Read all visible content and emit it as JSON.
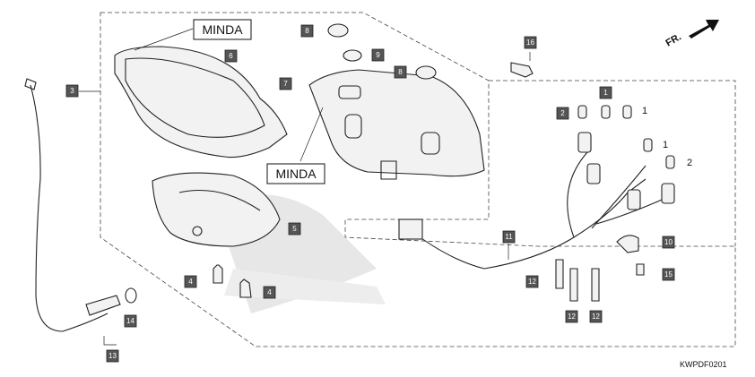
{
  "diagram": {
    "drawing_code": "KWPDF0201",
    "direction_label": "FR.",
    "brand_labels": [
      "MINDA",
      "MINDA"
    ],
    "callouts": [
      "1",
      "1",
      "1",
      "2",
      "2",
      "3",
      "4",
      "4",
      "5",
      "6",
      "7",
      "8",
      "8",
      "9",
      "10",
      "11",
      "12",
      "12",
      "12",
      "13",
      "14",
      "15",
      "16"
    ],
    "plain_labels": [
      "1",
      "1",
      "2"
    ]
  }
}
